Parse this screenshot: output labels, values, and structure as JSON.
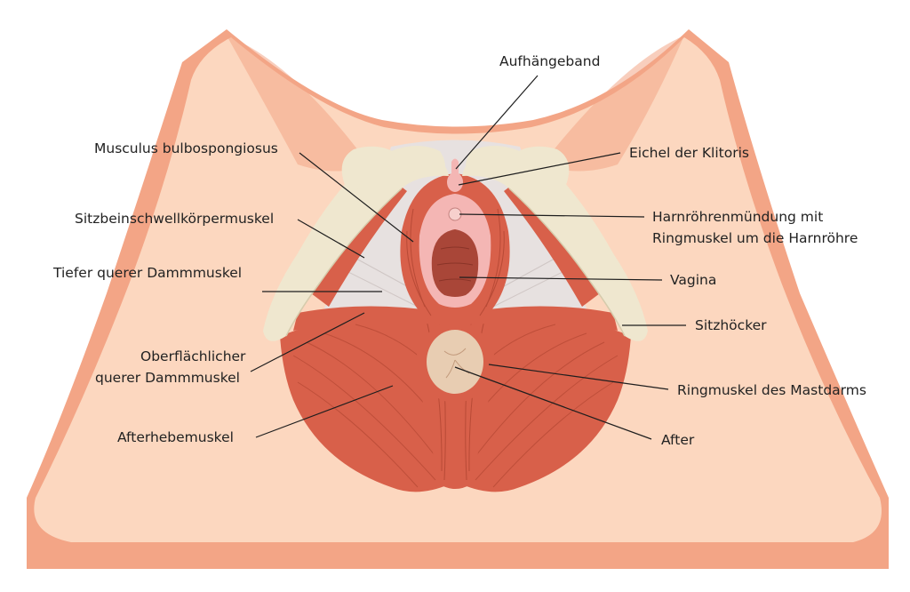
{
  "colors": {
    "skin": "#fcd7bf",
    "skin_shadow": "#f3a586",
    "bone": "#efe7cf",
    "bone_edge": "#d6cbac",
    "muscle": "#d8604a",
    "muscle_line": "#b84a36",
    "membrane": "#e7e1e0",
    "vulva": "#f4b6b4",
    "vagina": "#a94638",
    "anus": "#e8cdb2",
    "leader": "#1e1e1e",
    "text": "#222222"
  },
  "labels": {
    "aufhaengeband": "Aufhängeband",
    "musculus_bulbospongiosus": "Musculus bulbospongiosus",
    "eichel_der_klitoris": "Eichel der Klitoris",
    "sitzbeinschwellkoerpermuskel": "Sitzbeinschwellkörpermuskel",
    "harnroehrenmuendung_line1": "Harnröhrenmündung mit",
    "harnroehrenmuendung_line2": "Ringmuskel um die Harnröhre",
    "tiefer_querer_dammmuskel": "Tiefer querer Dammmuskel",
    "vagina": "Vagina",
    "sitzhoecker": "Sitzhöcker",
    "oberflaechlicher_line1": "Oberflächlicher",
    "oberflaechlicher_line2": "querer Dammmuskel",
    "ringmuskel_des_mastdarms": "Ringmuskel des Mastdarms",
    "afterhebemuskel": "Afterhebemuskel",
    "after": "After"
  }
}
